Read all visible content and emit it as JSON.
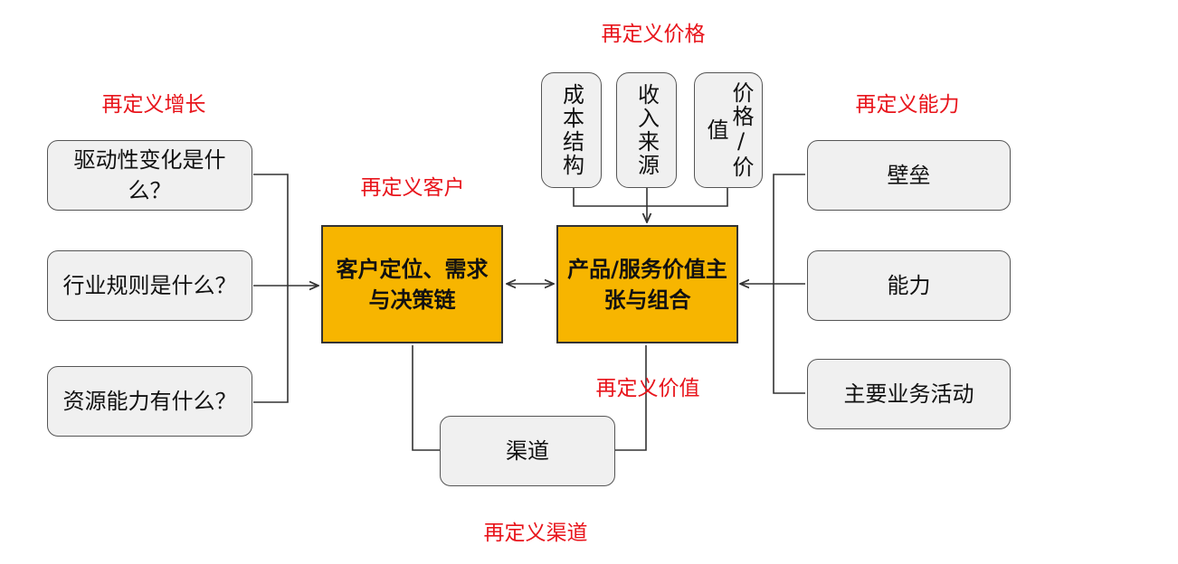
{
  "labels": {
    "growth": "再定义增长",
    "price": "再定义价格",
    "capability": "再定义能力",
    "customer": "再定义客户",
    "value": "再定义价值",
    "channel": "再定义渠道"
  },
  "growth_questions": [
    "驱动性变化是什么？",
    "行业规则是什么？",
    "资源能力有什么？"
  ],
  "price_items": [
    "成本结构",
    "收入来源",
    "价格/价值"
  ],
  "capability_items": [
    "壁垒",
    "能力",
    "主要业务活动"
  ],
  "core": {
    "customer": "客户定位、需求与决策链",
    "product": "产品/服务价值主张与组合"
  },
  "channel": "渠道",
  "colors": {
    "accent_label": "#e8141b",
    "core_fill": "#f7b500",
    "box_fill": "#f0f0f0",
    "border": "#555555"
  }
}
